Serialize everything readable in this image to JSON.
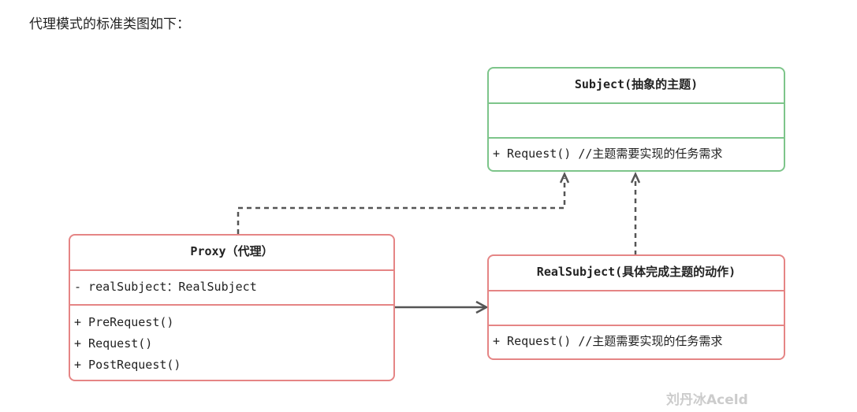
{
  "intro": "代理模式的标准类图如下：",
  "subject": {
    "title": "Subject(抽象的主题)",
    "methods": [
      "+ Request() //主题需要实现的任务需求"
    ]
  },
  "proxy": {
    "title": "Proxy（代理）",
    "attributes": [
      "- realSubject：RealSubject"
    ],
    "methods": [
      "+ PreRequest()",
      "+ Request()",
      "+ PostRequest()"
    ]
  },
  "real": {
    "title": "RealSubject(具体完成主题的动作)",
    "methods": [
      "+ Request() //主题需要实现的任务需求"
    ]
  },
  "watermark": "刘丹冰Aceld",
  "colors": {
    "interface": "#7dc58a",
    "class": "#e58585",
    "line": "#555555"
  }
}
